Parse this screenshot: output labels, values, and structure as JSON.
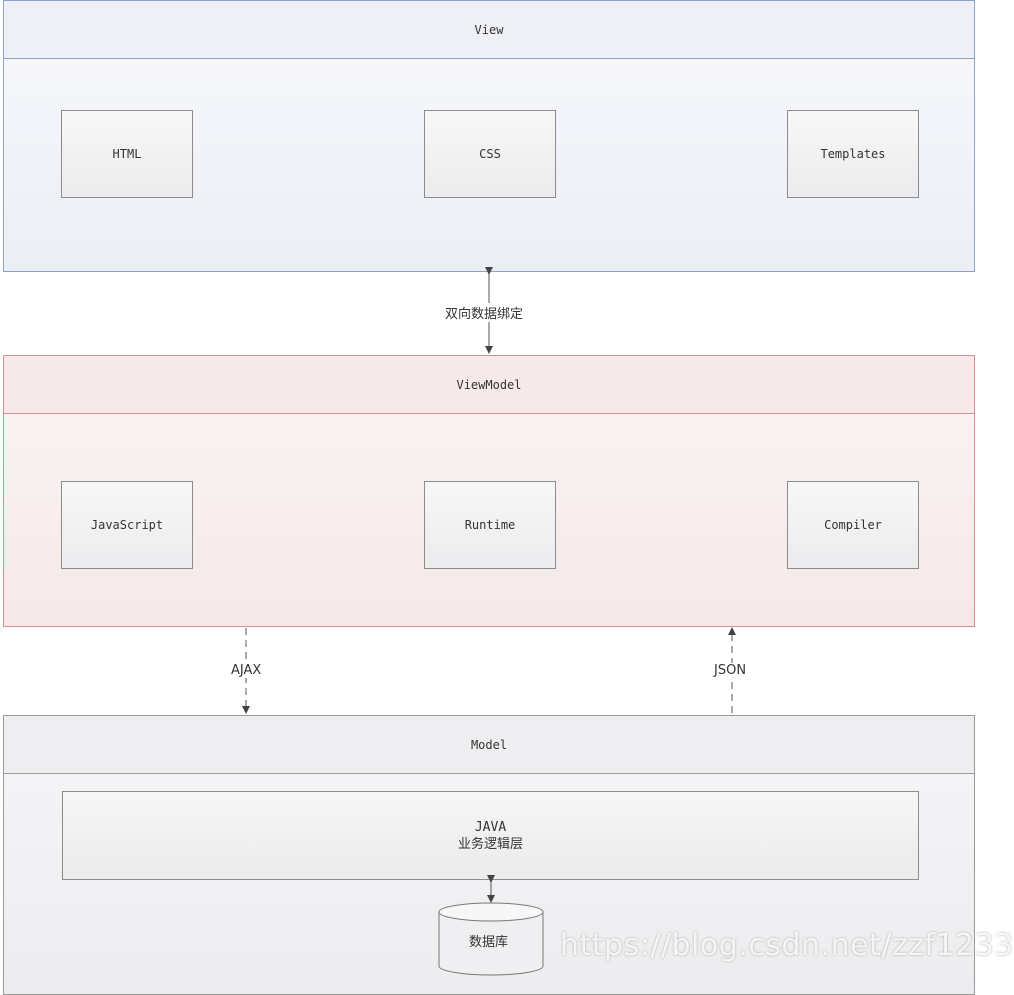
{
  "view": {
    "title": "View",
    "items": [
      "HTML",
      "CSS",
      "Templates"
    ]
  },
  "binding_label": "双向数据绑定",
  "viewmodel": {
    "title": "ViewModel",
    "items": [
      "JavaScript",
      "Runtime",
      "Compiler"
    ]
  },
  "ajax_label": "AJAX",
  "json_label": "JSON",
  "model": {
    "title": "Model",
    "java_line1": "JAVA",
    "java_line2": "业务逻辑层",
    "database": "数据库"
  },
  "watermark": "https://blog.csdn.net/zzf1233"
}
